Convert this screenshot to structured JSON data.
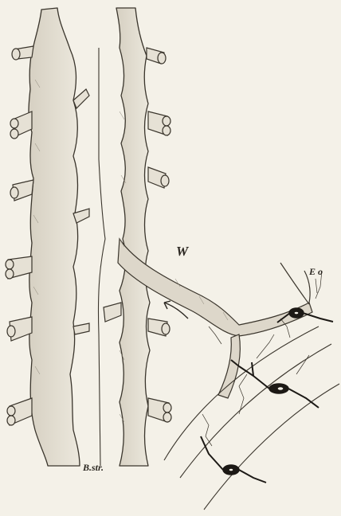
{
  "labels": {
    "w": "W",
    "eo": "E o",
    "bstr": "B.str."
  },
  "colors": {
    "background": "#f4f1e8",
    "stroke": "#3a352c",
    "shade": "#cfc9bb",
    "cell": "#1c1915"
  }
}
